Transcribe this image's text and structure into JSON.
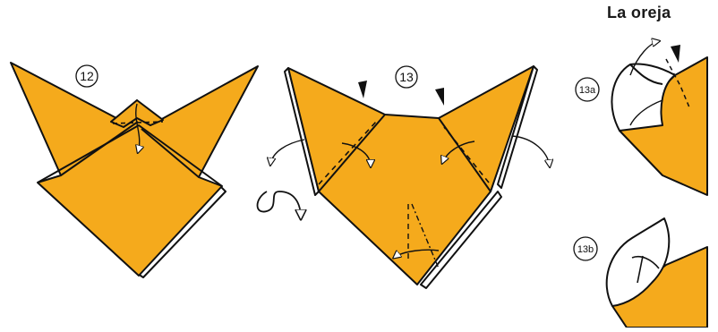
{
  "section_title": "La oreja",
  "steps": {
    "s12": "12",
    "s13": "13",
    "s13a": "13a",
    "s13b": "13b"
  },
  "colors": {
    "paper_front": "#F5AA1C",
    "paper_back": "#FFFFFF",
    "line": "#111111"
  },
  "icons": {
    "turn_over": "turn-over-icon",
    "push": "push-arrowhead-icon",
    "fold": "fold-arrow-icon"
  }
}
